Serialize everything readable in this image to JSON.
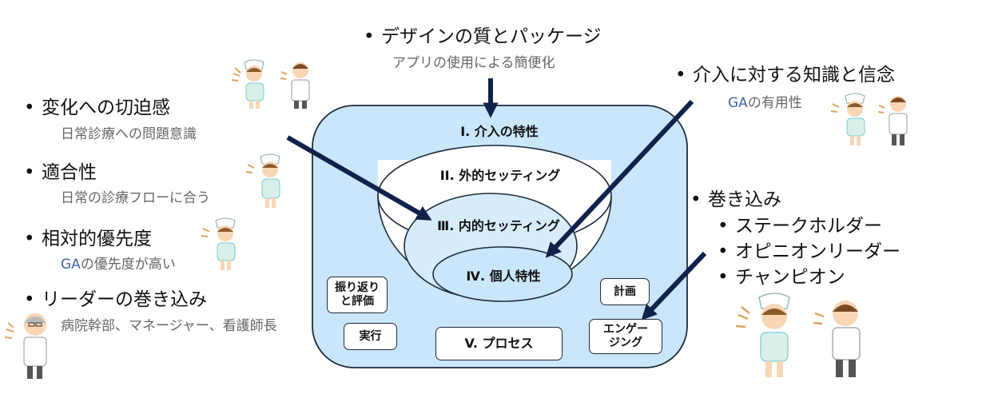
{
  "top": {
    "title": "デザインの質とパッケージ",
    "sub": "アプリの使用による簡便化"
  },
  "left": [
    {
      "title": "変化への切迫感",
      "sub": "日常診療への問題意識"
    },
    {
      "title": "適合性",
      "sub": "日常の診療フローに合う"
    },
    {
      "title": "相対的優先度",
      "sub_prefix": "GA",
      "sub": "の優先度が高い"
    },
    {
      "title": "リーダーの巻き込み",
      "sub": "病院幹部、マネージャー、看護師長"
    }
  ],
  "right_top": {
    "title": "介入に対する知識と信念",
    "sub_prefix": "GA",
    "sub": "の有用性"
  },
  "right_bottom": {
    "title": "巻き込み",
    "items": [
      "ステークホルダー",
      "オピニオンリーダー",
      "チャンピオン"
    ]
  },
  "framework": {
    "l1": "I. 介入の特性",
    "l2": "II. 外的セッティング",
    "l3": "Ⅲ. 内的セッティング",
    "l4": "Ⅳ. 個人特性",
    "l5": "V. プロセス"
  },
  "process_boxes": {
    "reflect_line1": "振り返り",
    "reflect_line2": "と評価",
    "execute": "実行",
    "plan": "計画",
    "engage_line1": "エンゲー",
    "engage_line2": "ジング"
  },
  "colors": {
    "framework_fill": "#c9e6fa",
    "ellipse_fill": "#d7ecfb",
    "arrow": "#10214a",
    "accent_text": "#3d64a8"
  }
}
